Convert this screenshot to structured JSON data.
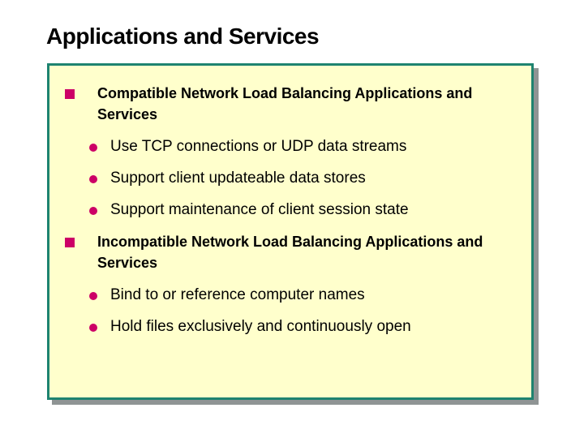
{
  "page": {
    "title": "Applications and Services"
  },
  "theme": {
    "background": "#ffffff",
    "text_color": "#000000",
    "box_fill": "#ffffcc",
    "box_border": "#1e8370",
    "box_shadow": "#8f9494",
    "bullet_color": "#cc0066"
  },
  "content": {
    "items": [
      {
        "level": 1,
        "lines": [
          "Compatible Network Load Balancing Applications and",
          "Services"
        ]
      },
      {
        "level": 2,
        "text": "Use TCP connections or UDP data streams"
      },
      {
        "level": 2,
        "text": "Support client updateable data stores"
      },
      {
        "level": 2,
        "text": "Support maintenance of client session state"
      },
      {
        "level": 1,
        "lines": [
          "Incompatible Network Load Balancing Applications and",
          "Services"
        ]
      },
      {
        "level": 2,
        "text": "Bind to or reference computer names"
      },
      {
        "level": 2,
        "text": "Hold files exclusively and continuously open"
      }
    ]
  }
}
